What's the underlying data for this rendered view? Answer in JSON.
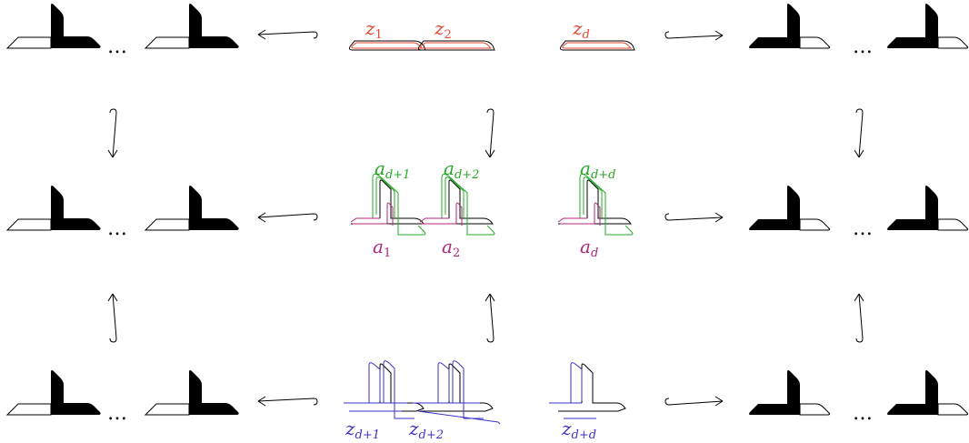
{
  "labels": {
    "top": {
      "z1": {
        "base": "z",
        "sub": "1"
      },
      "z2": {
        "base": "z",
        "sub": "2"
      },
      "zd": {
        "base": "z",
        "sub": "d"
      }
    },
    "mid_upper": {
      "a1": {
        "base": "a",
        "sub": "d+1"
      },
      "a2": {
        "base": "a",
        "sub": "d+2"
      },
      "a3": {
        "base": "a",
        "sub": "d+d"
      }
    },
    "mid_lower": {
      "a1": {
        "base": "a",
        "sub": "1"
      },
      "a2": {
        "base": "a",
        "sub": "2"
      },
      "a3": {
        "base": "a",
        "sub": "d"
      }
    },
    "bottom": {
      "z1": {
        "base": "z",
        "sub": "d+1"
      },
      "z2": {
        "base": "z",
        "sub": "d+2"
      },
      "z3": {
        "base": "z",
        "sub": "d+d"
      }
    }
  },
  "ellipsis": "…",
  "colors": {
    "red": "#e8462e",
    "green": "#26a826",
    "magenta": "#b0267a",
    "blue": "#3a33c8",
    "black": "#000000"
  }
}
